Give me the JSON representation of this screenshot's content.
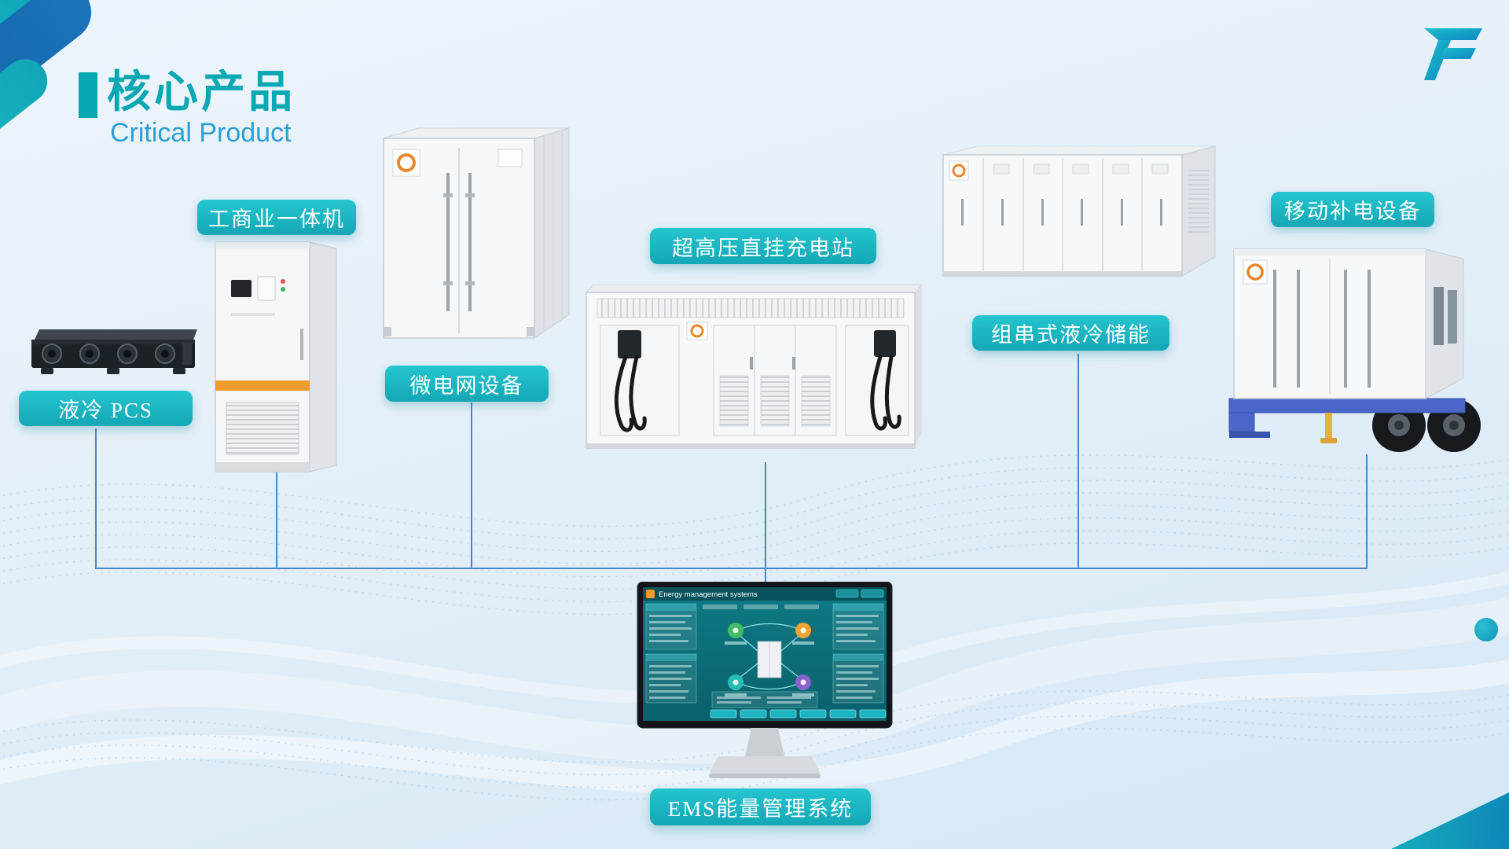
{
  "slide": {
    "title": "核心产品",
    "subtitle": "Critical Product"
  },
  "labels": {
    "pcs": "液冷  PCS",
    "all_in_one": "工商业一体机",
    "microgrid": "微电网设备",
    "hv_charging": "超高压直挂充电站",
    "string_storage": "组串式液冷储能",
    "mobile_power": "移动补电设备",
    "ems": "EMS能量管理系统"
  },
  "ems_screen": {
    "title": "Energy management systems"
  },
  "colors": {
    "accent_teal": "#09a8b3",
    "pill_gradient_top": "#25c5cf",
    "pill_gradient_bottom": "#14a7b6",
    "subtitle_blue": "#2b9fd4",
    "connection_line_blue": "#4a86c6",
    "corner_blue": "#1566ab",
    "trailer_blue": "#4a66c6",
    "cabinet_stripe_orange": "#f09b2e",
    "brand_orange": "#e8872b"
  }
}
